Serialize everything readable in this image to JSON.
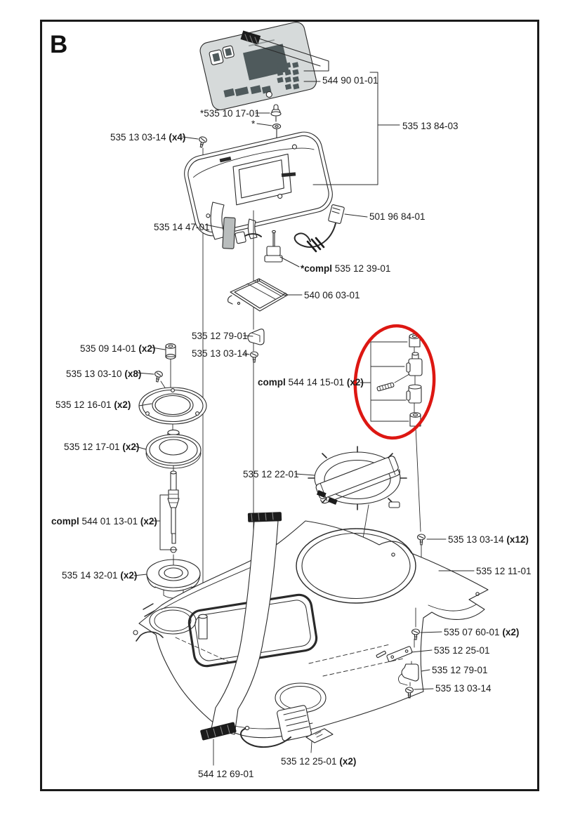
{
  "page": {
    "section_letter": "B"
  },
  "colors": {
    "highlight": "#dd1712",
    "line": "#2a2a2a",
    "panel_fill": "#d6dada",
    "lcd_fill": "#4f5a5c",
    "part_fill": "#b9bdbd"
  },
  "parts": [
    {
      "prefix": "",
      "num": "544 90 01-01",
      "qty": ""
    },
    {
      "prefix": "",
      "num": "535 13 84-03",
      "qty": ""
    },
    {
      "prefix": "",
      "num": "*535 10 17-01",
      "qty": ""
    },
    {
      "prefix": "",
      "num": "*",
      "qty": ""
    },
    {
      "prefix": "",
      "num": "535 13 03-14",
      "qty": " (x4)"
    },
    {
      "prefix": "",
      "num": "535 14 47-01",
      "qty": ""
    },
    {
      "prefix": "",
      "num": "501 96 84-01",
      "qty": ""
    },
    {
      "prefix": "*compl ",
      "num": "535 12 39-01",
      "qty": ""
    },
    {
      "prefix": "",
      "num": "540 06 03-01",
      "qty": ""
    },
    {
      "prefix": "",
      "num": "535 12 79-01",
      "qty": ""
    },
    {
      "prefix": "",
      "num": "535 13 03-14",
      "qty": ""
    },
    {
      "prefix": "",
      "num": "535 09 14-01",
      "qty": " (x2)"
    },
    {
      "prefix": "",
      "num": "535 13 03-10",
      "qty": " (x8)"
    },
    {
      "prefix": "",
      "num": "535 12 16-01",
      "qty": " (x2)"
    },
    {
      "prefix": "",
      "num": "535 12 17-01",
      "qty": " (x2)"
    },
    {
      "prefix": "compl ",
      "num": "544 14 15-01",
      "qty": " (x2)"
    },
    {
      "prefix": "",
      "num": "535 12 22-01",
      "qty": ""
    },
    {
      "prefix": "compl ",
      "num": "544 01 13-01",
      "qty": " (x2)"
    },
    {
      "prefix": "",
      "num": "535 14 32-01",
      "qty": " (x2)"
    },
    {
      "prefix": "",
      "num": "535 13 03-14",
      "qty": " (x12)"
    },
    {
      "prefix": "",
      "num": "535 12 11-01",
      "qty": ""
    },
    {
      "prefix": "",
      "num": "535 07 60-01",
      "qty": " (x2)"
    },
    {
      "prefix": "",
      "num": "535 12 25-01",
      "qty": ""
    },
    {
      "prefix": "",
      "num": "535 12 79-01",
      "qty": ""
    },
    {
      "prefix": "",
      "num": "535 13 03-14",
      "qty": ""
    },
    {
      "prefix": "",
      "num": "535 12 25-01",
      "qty": " (x2)"
    },
    {
      "prefix": "",
      "num": "544 12 69-01",
      "qty": ""
    }
  ]
}
